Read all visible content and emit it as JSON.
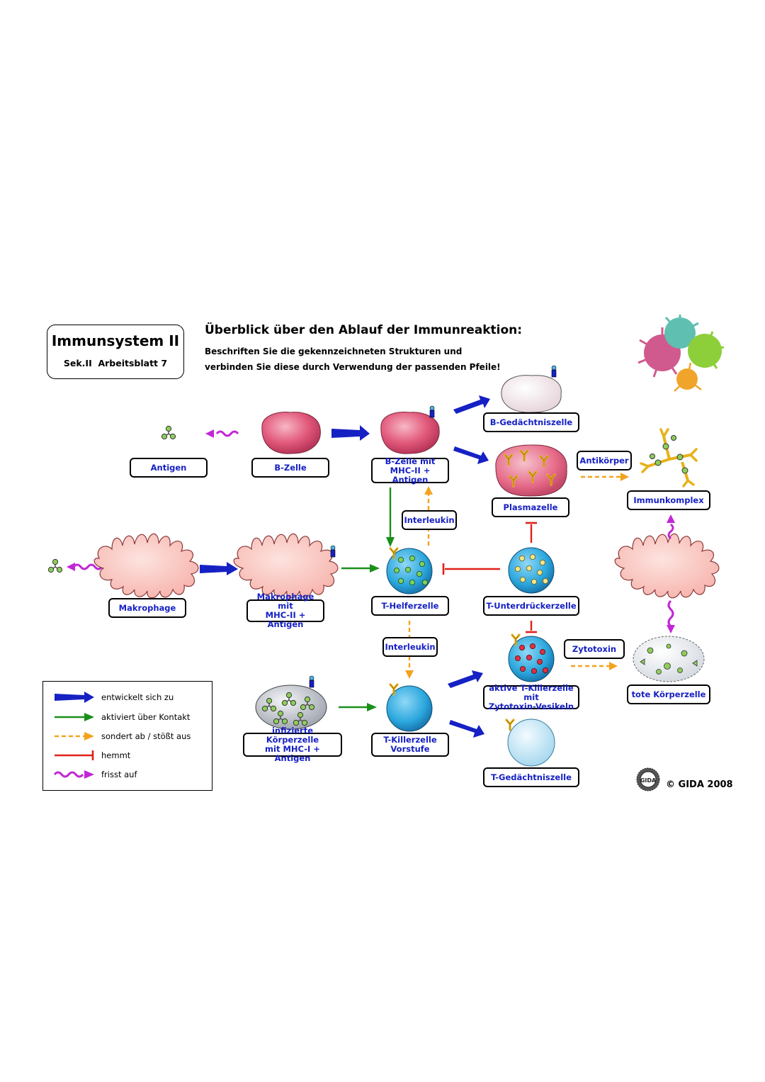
{
  "header": {
    "title": "Immunsystem II",
    "subtitle_level": "Sek.II",
    "subtitle_sheet": "Arbeitsblatt 7",
    "heading": "Überblick über den Ablauf der Immunreaktion:",
    "instruction_line1": "Beschriften Sie die gekennzeichneten Strukturen und",
    "instruction_line2": "verbinden Sie diese durch Verwendung der passenden Pfeile!"
  },
  "labels": {
    "antigen": "Antigen",
    "b_zelle": "B-Zelle",
    "b_zelle_mhc_1": "B-Zelle mit",
    "b_zelle_mhc_2": "MHC-II + Antigen",
    "b_gedaechtnis": "B-Gedächtniszelle",
    "plasmazelle": "Plasmazelle",
    "antikoerper": "Antikörper",
    "immunkomplex": "Immunkomplex",
    "interleukin_top": "Interleukin",
    "makrophage": "Makrophage",
    "makrophage_mhc_1": "Makrophage mit",
    "makrophage_mhc_2": "MHC-II + Antigen",
    "t_helfer": "T-Helferzelle",
    "t_unterdruecker": "T-Unterdrückerzelle",
    "interleukin_bottom": "Interleukin",
    "zytotoxin": "Zytotoxin",
    "aktive_t_killer_1": "aktive T-Killerzelle mit",
    "aktive_t_killer_2": "Zytotoxin-Vesikeln",
    "tote_koerperzelle": "tote Körperzelle",
    "infizierte_1": "infizierte Körperzelle",
    "infizierte_2": "mit MHC-I + Antigen",
    "t_killer_vorstufe_1": "T-Killerzelle",
    "t_killer_vorstufe_2": "Vorstufe",
    "t_gedaechtnis": "T-Gedächtniszelle"
  },
  "legend": {
    "items": [
      {
        "label": "entwickelt sich zu",
        "type": "develops",
        "color": "#1621c4"
      },
      {
        "label": "aktiviert über Kontakt",
        "type": "activates",
        "color": "#1a8f1a"
      },
      {
        "label": "sondert ab / stößt aus",
        "type": "secretes",
        "color": "#f4a21e"
      },
      {
        "label": "hemmt",
        "type": "inhibits",
        "color": "#e0201a"
      },
      {
        "label": "frisst auf",
        "type": "eats",
        "color": "#c226d6"
      }
    ]
  },
  "footer": {
    "logo_text": "GIDA",
    "copyright": "© GIDA 2008"
  },
  "colors": {
    "label_text": "#1621c4",
    "b_cell": "#e25a7c",
    "macrophage": "#f9c6c1",
    "t_cell": "#2aa6dc",
    "memory_cell_light": "#cfe8f5"
  }
}
